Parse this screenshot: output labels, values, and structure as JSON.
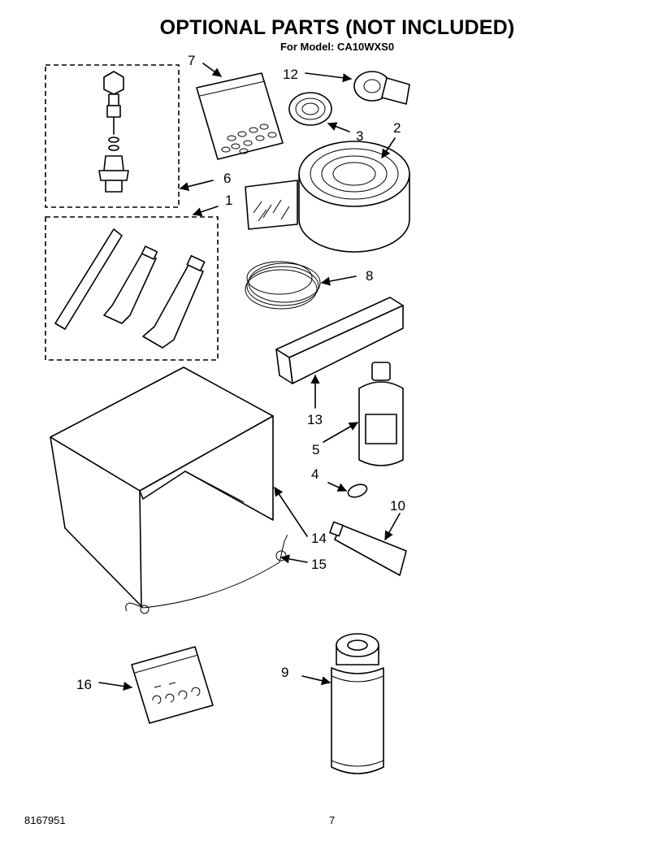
{
  "header": {
    "title": "OPTIONAL PARTS (NOT INCLUDED)",
    "subtitle": "For Model: CA10WXS0"
  },
  "callouts": [
    "7",
    "12",
    "3",
    "2",
    "6",
    "1",
    "8",
    "13",
    "5",
    "4",
    "10",
    "14",
    "15",
    "16",
    "9"
  ],
  "footer": {
    "doc_number": "8167951",
    "page_number": "7"
  }
}
